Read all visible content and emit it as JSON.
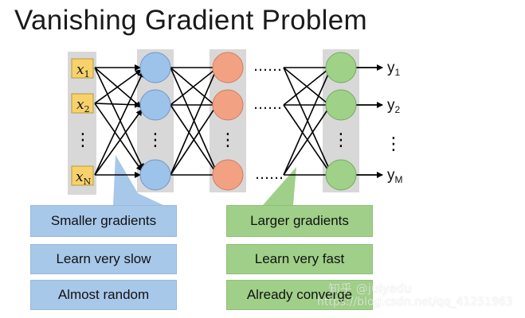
{
  "title": "Vanishing Gradient Problem",
  "inputs": [
    {
      "base": "x",
      "sub": "1"
    },
    {
      "base": "x",
      "sub": "2"
    },
    {
      "base": "x",
      "sub": "N"
    }
  ],
  "outputs": [
    {
      "base": "y",
      "sub": "1"
    },
    {
      "base": "y",
      "sub": "2"
    },
    {
      "base": "y",
      "sub": "M"
    }
  ],
  "ellipsis_horizontal": "……",
  "ellipsis_vertical": "⋮",
  "left_labels": [
    "Smaller gradients",
    "Learn very slow",
    "Almost random"
  ],
  "right_labels": [
    "Larger gradients",
    "Learn very fast",
    "Already converge"
  ],
  "watermark": {
    "line1": "知乎 @julyedu",
    "line2": "https://blog.csdn.net/qq_41251963"
  },
  "colors": {
    "input_fill": "#f7d26b",
    "hidden1_fill": "#9ec3ea",
    "hidden2_fill": "#f2a283",
    "output_fill": "#9fd188",
    "column_bg": "#d8d8d8",
    "callout_blue": "#a8c8ea",
    "callout_green": "#9fcf88"
  }
}
